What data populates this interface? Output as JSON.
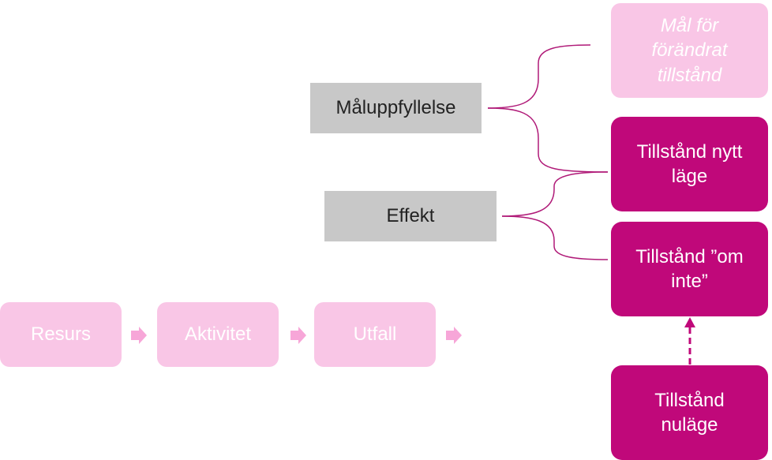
{
  "process": {
    "resurs": "Resurs",
    "aktivitet": "Aktivitet",
    "utfall": "Utfall"
  },
  "labels": {
    "maluppfyllelse": "Måluppfyllelse",
    "effekt": "Effekt"
  },
  "states": {
    "mal_line1": "Mål för",
    "mal_line2": "förändrat",
    "mal_line3": "tillstånd",
    "nytt_line1": "Tillstånd nytt",
    "nytt_line2": "läge",
    "ominte_line1": "Tillstånd ”om",
    "ominte_line2": "inte”",
    "nulage_line1": "Tillstånd",
    "nulage_line2": "nuläge"
  },
  "colors": {
    "light_pink": "#f9c6e6",
    "magenta": "#c0087a",
    "gray": "#c8c8c8",
    "bracket_line": "#b01a78",
    "arrow_light": "#f7a6d8"
  }
}
